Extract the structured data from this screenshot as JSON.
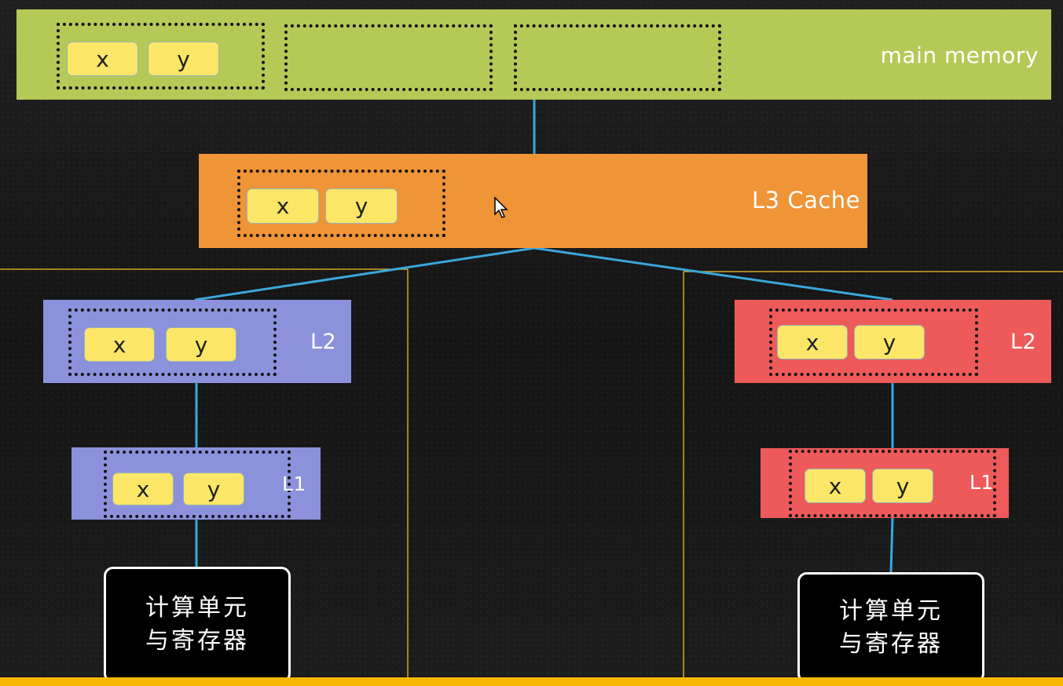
{
  "diagram": {
    "main_memory": {
      "label": "main memory",
      "color": "#b5c957",
      "lines": [
        {
          "vars": [
            "x",
            "y"
          ]
        },
        {
          "vars": []
        },
        {
          "vars": []
        }
      ]
    },
    "l3": {
      "label": "L3 Cache",
      "color": "#ef9437",
      "vars": [
        "x",
        "y"
      ]
    },
    "cores": [
      {
        "color": "#8b92db",
        "l2": {
          "label": "L2",
          "vars": [
            "x",
            "y"
          ]
        },
        "l1": {
          "label": "L1",
          "vars": [
            "x",
            "y"
          ]
        },
        "unit": {
          "line1": "计算单元",
          "line2": "与寄存器"
        }
      },
      {
        "color": "#ee5a5a",
        "l2": {
          "label": "L2",
          "vars": [
            "x",
            "y"
          ]
        },
        "l1": {
          "label": "L1",
          "vars": [
            "x",
            "y"
          ]
        },
        "unit": {
          "line1": "计算单元",
          "line2": "与寄存器"
        }
      }
    ],
    "colors": {
      "variable": "#fbe667",
      "connector": "#3aa8dc",
      "divider": "#d4a629",
      "bottom_bar": "#f6b800"
    }
  }
}
